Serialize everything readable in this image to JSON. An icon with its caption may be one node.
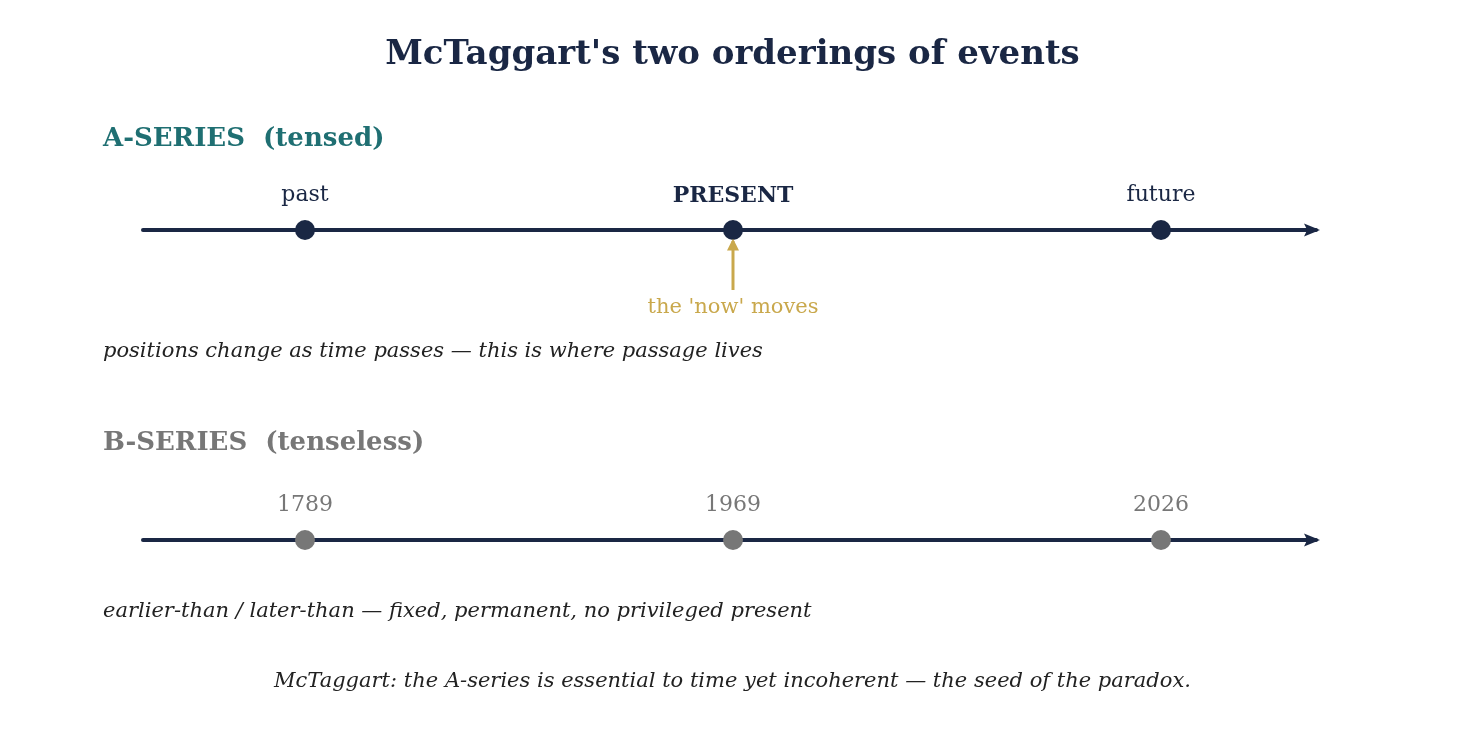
{
  "diagram": {
    "title": "McTaggart's two orderings of events",
    "caption": "McTaggart: the A-series is essential to time yet incoherent — the seed of the paradox.",
    "nodes": [
      {
        "text": [
          "past"
        ]
      },
      {
        "text": [
          "PRESENT"
        ]
      },
      {
        "text": [
          "future"
        ]
      },
      {
        "text": [
          "the 'now' moves"
        ]
      },
      {
        "text": [
          "1789"
        ]
      },
      {
        "text": [
          "1969"
        ]
      },
      {
        "text": [
          "2026"
        ]
      }
    ],
    "edges": [
      {
        "from": 3,
        "to": 1,
        "arrow": "to",
        "color": "#c9a84c"
      }
    ],
    "labels": [
      "A-SERIES  (tensed)",
      "positions change as time passes — this is where passage lives",
      "B-SERIES  (tenseless)",
      "earlier-than / later-than — fixed, permanent, no privileged present"
    ]
  }
}
